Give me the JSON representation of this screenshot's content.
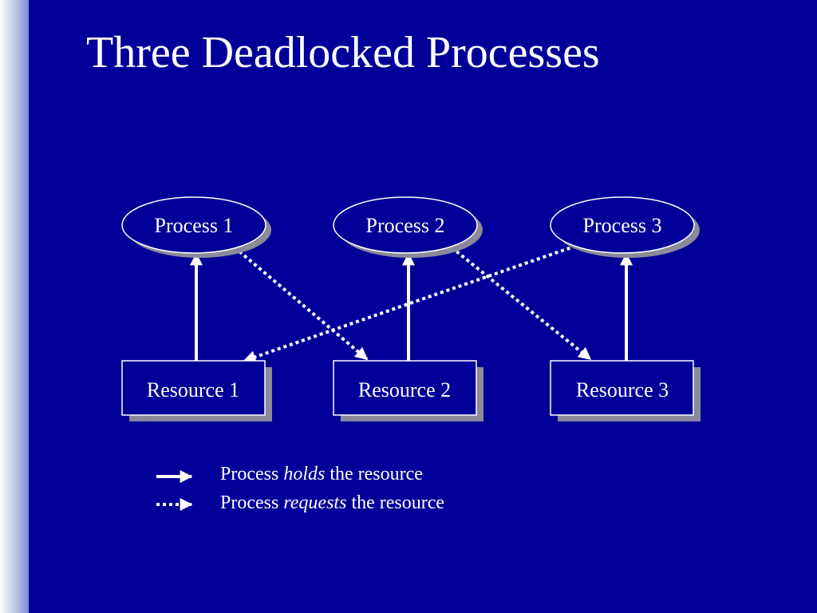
{
  "title": "Three Deadlocked Processes",
  "processes": [
    {
      "label": "Process 1"
    },
    {
      "label": "Process 2"
    },
    {
      "label": "Process 3"
    }
  ],
  "resources": [
    {
      "label": "Resource 1"
    },
    {
      "label": "Resource 2"
    },
    {
      "label": "Resource 3"
    }
  ],
  "edges": [
    {
      "type": "holds",
      "from": "Resource 1",
      "to": "Process 1"
    },
    {
      "type": "holds",
      "from": "Resource 2",
      "to": "Process 2"
    },
    {
      "type": "holds",
      "from": "Resource 3",
      "to": "Process 3"
    },
    {
      "type": "requests",
      "from": "Process 1",
      "to": "Resource 2"
    },
    {
      "type": "requests",
      "from": "Process 2",
      "to": "Resource 3"
    },
    {
      "type": "requests",
      "from": "Process 3",
      "to": "Resource 1"
    }
  ],
  "legend": {
    "holds": {
      "prefix": "Process ",
      "emphasis": "holds",
      "suffix": " the resource"
    },
    "requests": {
      "prefix": "Process ",
      "emphasis": "requests",
      "suffix": " the resource"
    }
  },
  "colors": {
    "background": "#000099",
    "node_fill": "#000099",
    "node_border": "#ffffff",
    "node_shadow": "#8a8a9a",
    "text": "#ffffff",
    "arrow": "#ffffff"
  }
}
